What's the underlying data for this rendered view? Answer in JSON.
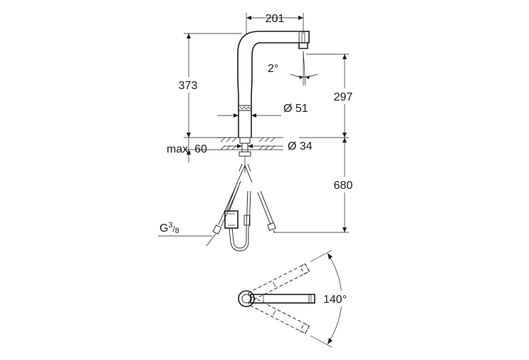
{
  "dimensions": {
    "width_top": "201",
    "height_total": "373",
    "angle_spout": "2°",
    "height_spout": "297",
    "diameter_body": "Ø 51",
    "max_thickness": "max. 60",
    "diameter_hole": "Ø 34",
    "hose_length": "680",
    "thread_base": "G",
    "thread_num": "3",
    "thread_den": "8",
    "swivel_angle": "140°"
  }
}
